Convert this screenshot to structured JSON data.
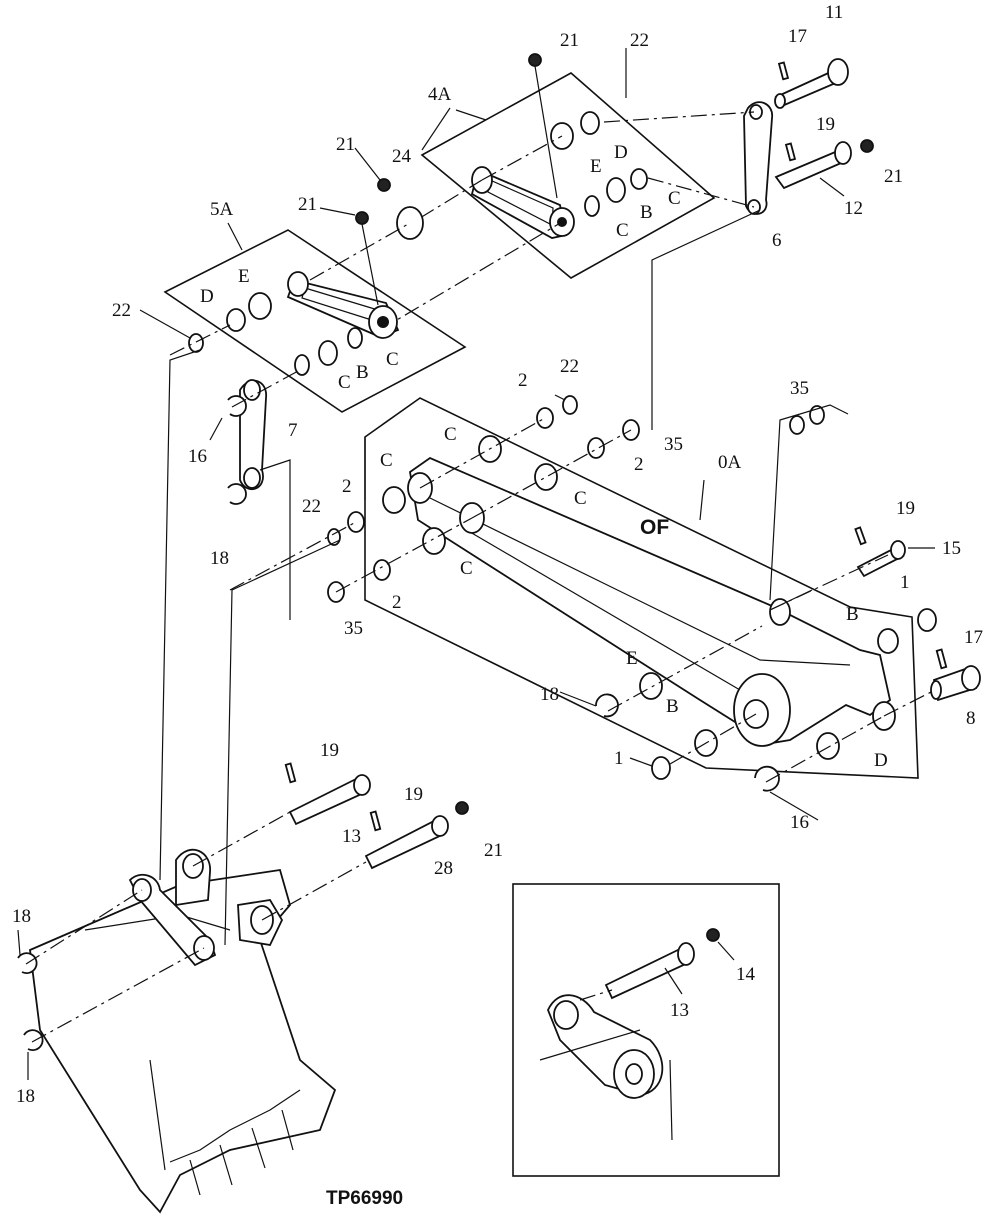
{
  "labels": {
    "l_21_top": "21",
    "l_22_top": "22",
    "l_17_top": "17",
    "l_11": "11",
    "l_4A": "4A",
    "l_E_4a": "E",
    "l_D_4a": "D",
    "l_C_4a1": "C",
    "l_B_4a": "B",
    "l_C_4a2": "C",
    "l_19_top": "19",
    "l_21_r": "21",
    "l_12": "12",
    "l_6": "6",
    "l_21_a": "21",
    "l_24": "24",
    "l_21_b": "21",
    "l_5A": "5A",
    "l_E_5a": "E",
    "l_D_5a": "D",
    "l_22_l": "22",
    "l_C_5a1": "C",
    "l_C_5a2": "C",
    "l_B_5a": "B",
    "l_16_l": "16",
    "l_7": "7",
    "l_18_l": "18",
    "l_2_a": "2",
    "l_22_m": "22",
    "l_C_a": "C",
    "l_2_b": "2",
    "l_35_a": "35",
    "l_35_r": "35",
    "l_C_b": "C",
    "l_C_c": "C",
    "l_0A": "0A",
    "l_OF": "OF",
    "l_22_c": "22",
    "l_2_c": "2",
    "l_C_d": "C",
    "l_2_d": "2",
    "l_35_b": "35",
    "l_19_r": "19",
    "l_15": "15",
    "l_1_r": "1",
    "l_B_r": "B",
    "l_17_r": "17",
    "l_8": "8",
    "l_E_low": "E",
    "l_18_m": "18",
    "l_B_low": "B",
    "l_1_low": "1",
    "l_D_low": "D",
    "l_16_low": "16",
    "l_19_a": "19",
    "l_13": "13",
    "l_19_b": "19",
    "l_21_low": "21",
    "l_28": "28",
    "l_18_b1": "18",
    "l_18_b2": "18",
    "l_14_in": "14",
    "l_13_in": "13"
  },
  "drawing_code": "TP66990"
}
